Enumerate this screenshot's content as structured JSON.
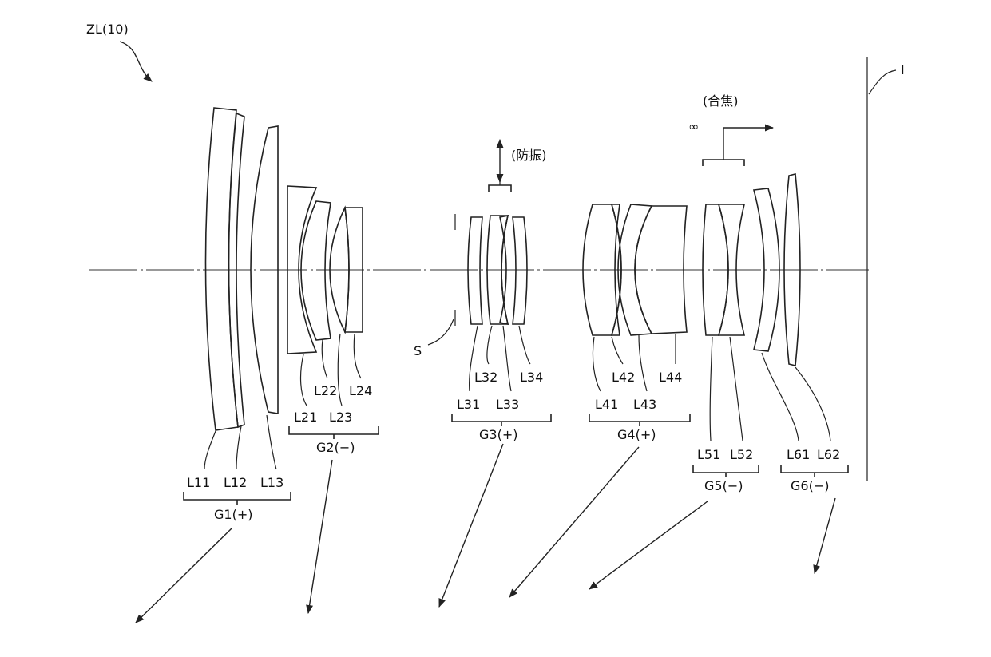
{
  "figure_label": "ZL(10)",
  "image_plane_label": "I",
  "stop_label": "S",
  "vibration_label": "(防振)",
  "focus_label": "(合焦)",
  "infinity_symbol": "∞",
  "lenses": {
    "L11": "L11",
    "L12": "L12",
    "L13": "L13",
    "L21": "L21",
    "L22": "L22",
    "L23": "L23",
    "L24": "L24",
    "L31": "L31",
    "L32": "L32",
    "L33": "L33",
    "L34": "L34",
    "L41": "L41",
    "L42": "L42",
    "L43": "L43",
    "L44": "L44",
    "L51": "L51",
    "L52": "L52",
    "L61": "L61",
    "L62": "L62"
  },
  "groups": {
    "G1": "G1(+)",
    "G2": "G2(−)",
    "G3": "G3(+)",
    "G4": "G4(+)",
    "G5": "G5(−)",
    "G6": "G6(−)"
  }
}
